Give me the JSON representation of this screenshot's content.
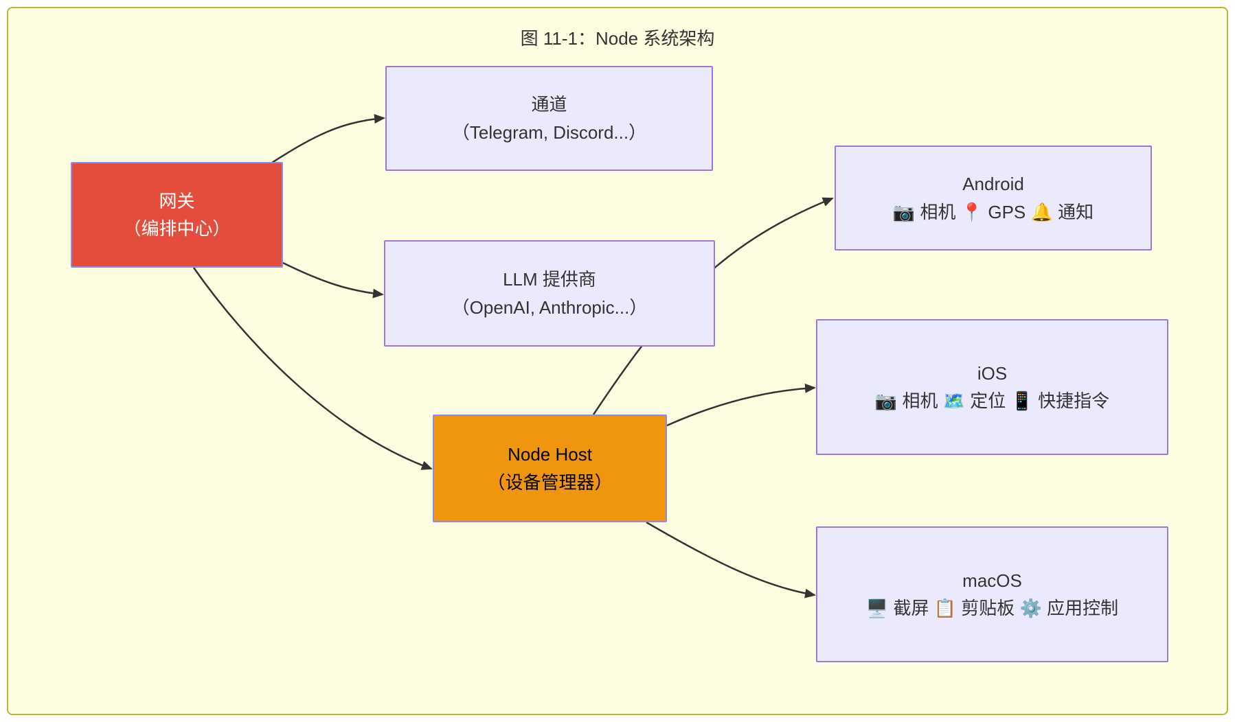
{
  "title": "图 11-1：Node 系统架构",
  "nodes": {
    "gateway": {
      "line1": "网关",
      "line2": "（编排中心）"
    },
    "channels": {
      "line1": "通道",
      "line2": "（Telegram, Discord...）"
    },
    "llm": {
      "line1": "LLM 提供商",
      "line2": "（OpenAI, Anthropic...）"
    },
    "nodehost": {
      "line1": "Node Host",
      "line2": "（设备管理器）"
    },
    "android": {
      "line1": "Android",
      "line2": "📷 相机 📍 GPS 🔔 通知"
    },
    "ios": {
      "line1": "iOS",
      "line2": "📷 相机 🗺️ 定位 📱 快捷指令"
    },
    "macos": {
      "line1": "macOS",
      "line2": "🖥️ 截屏 📋 剪贴板 ⚙️ 应用控制"
    }
  },
  "edges": [
    {
      "from": "gateway",
      "to": "channels"
    },
    {
      "from": "gateway",
      "to": "llm"
    },
    {
      "from": "gateway",
      "to": "nodehost"
    },
    {
      "from": "nodehost",
      "to": "android"
    },
    {
      "from": "nodehost",
      "to": "ios"
    },
    {
      "from": "nodehost",
      "to": "macos"
    }
  ],
  "colors": {
    "canvas_bg": "#fdfde1",
    "frame_border": "#b6b63c",
    "node_red": "#e44d3c",
    "node_orange": "#f0960e",
    "node_lavender": "#eaeafc",
    "border_purple": "#9f76d8",
    "border_periwinkle": "#8c8ce0",
    "edge": "#333333",
    "text_dark": "#333333"
  }
}
